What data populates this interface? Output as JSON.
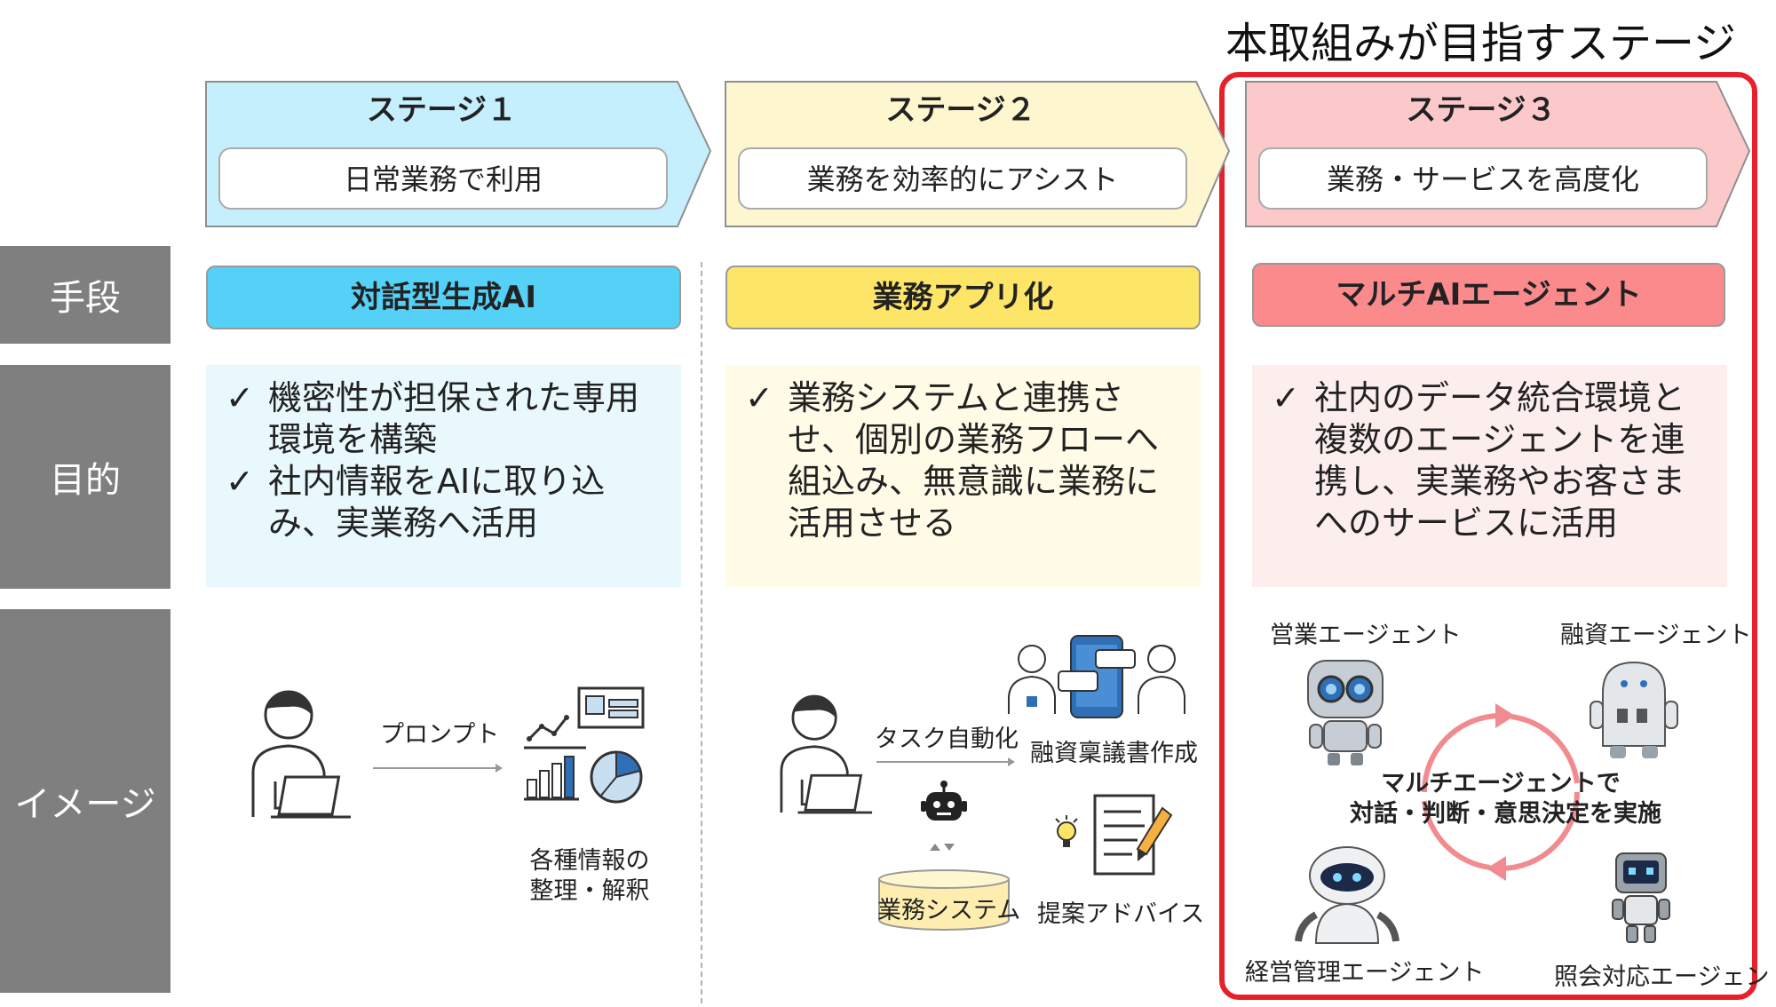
{
  "focus_label": "本取組みが目指すステージ",
  "rows": {
    "method": "手段",
    "purpose": "目的",
    "image": "イメージ"
  },
  "stages": [
    {
      "title": "ステージ１",
      "subtitle": "日常業務で利用",
      "method": "対話型生成AI",
      "purpose": [
        "機密性が担保された専用環境を構築",
        "社内情報をAIに取り込み、実業務へ活用"
      ],
      "colors": {
        "arrow": "#c5effc",
        "method": "#55d1f7",
        "purpose": "#e8f8fd"
      }
    },
    {
      "title": "ステージ２",
      "subtitle": "業務を効率的にアシスト",
      "method": "業務アプリ化",
      "purpose": [
        "業務システムと連携させ、個別の業務フローへ組込み、無意識に業務に活用させる"
      ],
      "colors": {
        "arrow": "#fef6cf",
        "method": "#fde567",
        "purpose": "#fffbe6"
      }
    },
    {
      "title": "ステージ３",
      "subtitle": "業務・サービスを高度化",
      "method": "マルチAIエージェント",
      "purpose": [
        "社内のデータ統合環境と複数のエージェントを連携し、実業務やお客さまへのサービスに活用"
      ],
      "colors": {
        "arrow": "#fcc9cb",
        "method": "#fb8a8d",
        "purpose": "#fdeeee"
      }
    }
  ],
  "image1": {
    "prompt": "プロンプト",
    "result": [
      "各種情報の",
      "整理・解釈"
    ]
  },
  "image2": {
    "task": "タスク自動化",
    "loan": "融資稟議書作成",
    "proposal": "提案アドバイス",
    "system": "業務システム"
  },
  "image3": {
    "sales_agent": "営業エージェント",
    "loan_agent": "融資エージェント",
    "mgmt_agent": "経営管理エージェント",
    "inquiry_agent": "照会対応エージェント",
    "center": [
      "マルチエージェントで",
      "対話・判断・意思決定を実施"
    ]
  },
  "icons": [
    "person-laptop-icon",
    "dashboard-icon",
    "robot-head-icon",
    "chat-phone-icon",
    "document-pen-icon",
    "lightbulb-icon",
    "database-icon",
    "cycle-arrows-icon"
  ],
  "accent_red": "#e8202a"
}
